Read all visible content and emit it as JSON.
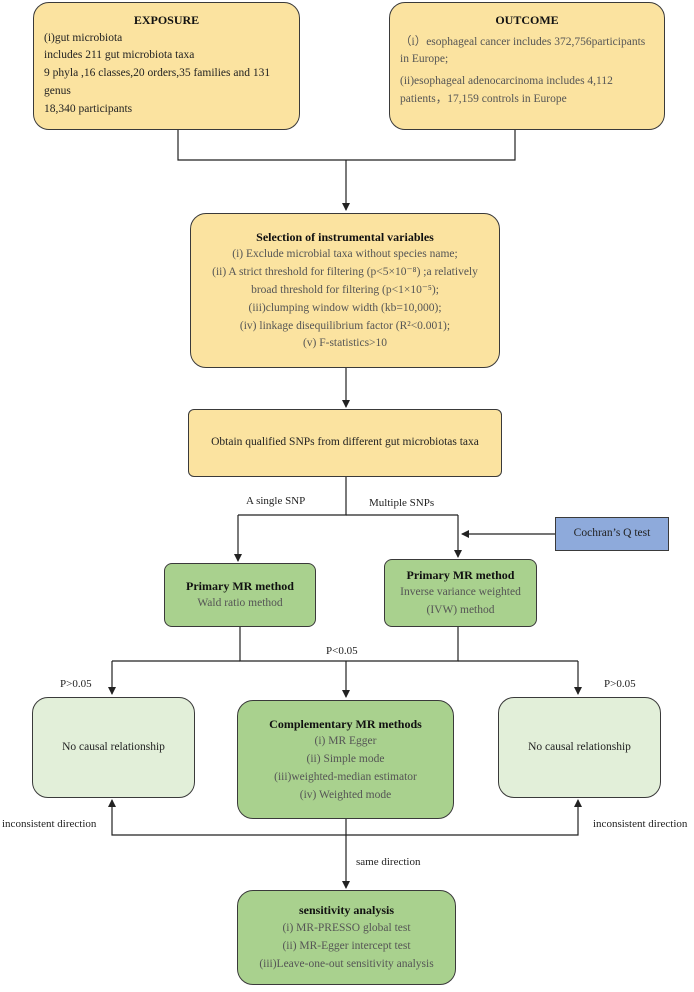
{
  "exposure": {
    "title": "EXPOSURE",
    "lines": [
      "(i)gut microbiota",
      "includes 211 gut microbiota taxa",
      "9 phyla ,16 classes,20 orders,35 families and 131 genus",
      "18,340 participants"
    ]
  },
  "outcome": {
    "title": "OUTCOME",
    "lines": [
      "（i）esophageal cancer includes 372,756participants in Europe;",
      "(ii)esophageal adenocarcinoma includes 4,112 patients，17,159 controls in Europe"
    ]
  },
  "selection": {
    "title": "Selection of instrumental variables",
    "lines": [
      "(i)   Exclude microbial taxa without species name;",
      "(ii) A strict threshold for filtering (p<5×10⁻⁸) ;a relatively broad threshold for filtering (p<1×10⁻⁵);",
      "(iii)clumping window width (kb=10,000);",
      "(iv) linkage disequilibrium factor (R²<0.001);",
      "(v)  F-statistics>10"
    ]
  },
  "obtain": {
    "text": "Obtain qualified SNPs from different gut microbiotas taxa"
  },
  "labels": {
    "single_snp": "A single SNP",
    "multiple_snps": "Multiple SNPs",
    "p_lt": "P<0.05",
    "p_gt_left": "P>0.05",
    "p_gt_right": "P>0.05",
    "inconsistent_left": "inconsistent direction",
    "inconsistent_right": "inconsistent direction",
    "same_direction": "same direction"
  },
  "cochran": {
    "text": "Cochran’s Q test"
  },
  "primary_left": {
    "title": "Primary MR method",
    "lines": [
      "Wald ratio method"
    ]
  },
  "primary_right": {
    "title": "Primary MR method",
    "lines": [
      "Inverse variance weighted",
      "(IVW) method"
    ]
  },
  "complementary": {
    "title": "Complementary MR methods",
    "lines": [
      "(i)   MR Egger",
      "(ii)    Simple mode",
      "(iii)weighted-median estimator",
      "(iv) Weighted mode"
    ]
  },
  "no_causal_left": {
    "text": "No causal relationship"
  },
  "no_causal_right": {
    "text": "No causal relationship"
  },
  "sensitivity": {
    "title": "sensitivity analysis",
    "lines": [
      "(i)  MR-PRESSO global test",
      "(ii) MR-Egger intercept test",
      "(iii)Leave-one-out sensitivity analysis"
    ]
  },
  "colors": {
    "yellow_fill": "#fbe3a0",
    "green_fill": "#a9d18e",
    "pale_green_fill": "#e2efd9",
    "blue_fill": "#8eaadb",
    "border": "#3a3a3a"
  }
}
